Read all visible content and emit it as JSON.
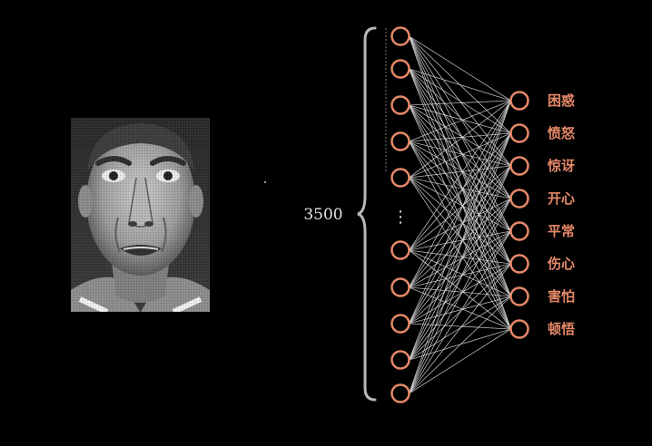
{
  "input_layer": {
    "count_label": "3500",
    "visible_nodes": 10,
    "ellipsis": "⋮"
  },
  "output_layer": {
    "labels": [
      "困惑",
      "愤怒",
      "惊讶",
      "开心",
      "平常",
      "伤心",
      "害怕",
      "顿悟"
    ]
  },
  "colors": {
    "background": "#000000",
    "node_stroke": "#e58968",
    "label": "#e58968",
    "edge": "#d9d9d9",
    "brace": "#b8b8b8"
  }
}
